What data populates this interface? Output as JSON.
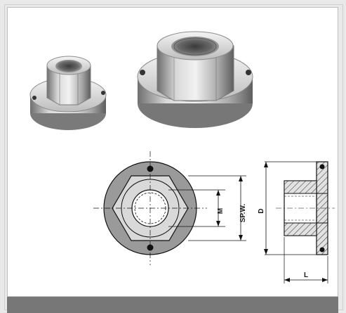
{
  "drawing": {
    "label_m": "M",
    "label_spw": "SP.W.",
    "label_d": "D",
    "label_l": "L"
  },
  "colors": {
    "page_bg": "#e9e9e9",
    "card_bg": "#ffffff",
    "footer_bar": "#777777",
    "metal_light": "#e6e6e6",
    "metal_mid": "#b7b7b7",
    "metal_dark": "#6a6a6a",
    "section_fill": "#d8d8d8"
  },
  "icons": [
    "flange-nut-small-photo",
    "flange-nut-large-photo",
    "nut-front-view",
    "nut-section-view"
  ]
}
